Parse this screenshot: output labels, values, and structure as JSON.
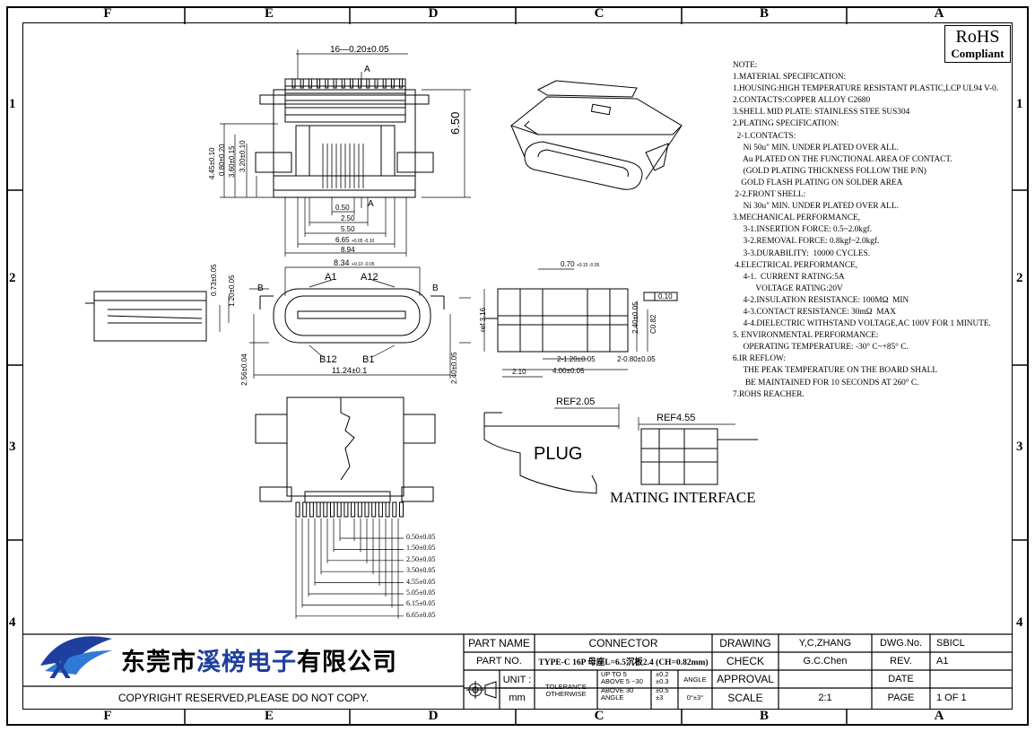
{
  "zones": {
    "columns_top": [
      "F",
      "E",
      "D",
      "C",
      "B",
      "A"
    ],
    "columns_bottom": [
      "F",
      "E",
      "D",
      "C",
      "B",
      "A"
    ],
    "rows_left": [
      "1",
      "2",
      "3",
      "4"
    ],
    "rows_right": [
      "1",
      "2",
      "3",
      "4"
    ]
  },
  "rohs": {
    "line1": "RoHS",
    "line2": "Compliant"
  },
  "notes": [
    "NOTE:",
    "1.MATERIAL SPECIFICATION:",
    "1.HOUSING:HIGH TEMPERATURE RESISTANT PLASTIC,LCP UL94 V-0.",
    "2.CONTACTS:COPPER ALLOY C2680",
    "3.SHELL MID PLATE: STAINLESS STEE SUS304",
    "2.PLATING SPECIFICATION:",
    "  2-1.CONTACTS:",
    "     Ni 50u\" MIN. UNDER PLATED OVER ALL.",
    "     Au PLATED ON THE FUNCTIONAL AREA OF CONTACT.",
    "     (GOLD PLATING THICKNESS FOLLOW THE P/N)",
    "    GOLD FLASH PLATING ON SOLDER AREA",
    " 2-2.FRONT SHELL:",
    "     Ni 30u\" MIN. UNDER PLATED OVER ALL.",
    "3.MECHANICAL PERFORMANCE,",
    "     3-1.INSERTION FORCE: 0.5~2.0kgf.",
    "     3-2.REMOVAL FORCE: 0.8kgf~2.0kgf.",
    "     3-3.DURABILITY:  10000 CYCLES.",
    " 4.ELECTRICAL PERFORMANCE,",
    "     4-1.  CURRENT RATING:5A",
    "           VOLTAGE RATING:20V",
    "     4-2.INSULATION RESISTANCE: 100MΩ  MIN",
    "     4-3.CONTACT RESISTANCE: 30mΩ  MAX",
    "     4-4.DIELECTRIC WITHSTAND VOLTAGE,AC 100V FOR 1 MINUTE.",
    "5. ENVIRONMENTAL PERFORMANCE:",
    "     OPERATING TEMPERATURE: -30° C~+85° C.",
    "6.IR REFLOW:",
    "     THE PEAK TEMPERATURE ON THE BOARD SHALL",
    "      BE MAINTAINED FOR 10 SECONDS AT 260° C.",
    "7.ROHS REACHER."
  ],
  "dims_top": {
    "pitch": "16—0.20±0.05",
    "A_top": "A",
    "A_bottom": "A",
    "h_6_50": "6.50",
    "v1": "4.45±0.10",
    "v2": "3.60±0.15",
    "v3": "3.20±0.10",
    "v4": "0.80±0.20",
    "w1": "0.50",
    "w2": "2.50",
    "w3": "5.50",
    "w4": "6.65",
    "w4_tol": "+0.05 -0.10",
    "w5": "8.94"
  },
  "dims_front": {
    "w_834": "8.34",
    "w_834_tol": "+0.10 -0.05",
    "label_A1": "A1",
    "label_A12": "A12",
    "label_B12": "B12",
    "label_B1": "B1",
    "label_B_left": "B",
    "label_B_right": "B",
    "w_1124": "11.24±0.1",
    "v_256": "2.56±0.04",
    "v_240": "2.40±0.05",
    "v_073": "0.73±0.05",
    "v_120": "1.20±0.05"
  },
  "dims_side": {
    "t_070": "0.70",
    "t_070_tol": "+0.15 -0.05",
    "flat": "0.10",
    "v_316": "ref 3.16",
    "v_240": "2.40±0.05",
    "v_082": "C0.82",
    "w_210": "2.10",
    "w_400": "4.00±0.05",
    "w_120": "2-1.20±0.05",
    "w_080": "2-0.80±0.05"
  },
  "mating": {
    "ref1": "REF2.05",
    "ref2": "REF4.55",
    "plug": "PLUG",
    "title": "MATING INTERFACE"
  },
  "dims_bottom": [
    "0.50±0.05",
    "1.50±0.05",
    "2.50±0.05",
    "3.50±0.05",
    "4.55±0.05",
    "5.05±0.05",
    "6.15±0.05",
    "6.65±0.05"
  ],
  "title_block": {
    "company_cn_1": "东莞市",
    "company_cn_2": "溪榜电子",
    "company_cn_3": "有限公司",
    "copyright": "COPYRIGHT RESERVED,PLEASE DO NOT COPY.",
    "part_name_label": "PART NAME",
    "part_name": "CONNECTOR",
    "part_no_label": "PART NO.",
    "part_no": "TYPE-C 16P 母座L=6.5沉板2.4 (CH=0.82mm)",
    "unit_label": "UNIT :",
    "unit": "mm",
    "tolerance": "TOLERANCE",
    "otherwise": "OTHERWISE",
    "up_to_5": "UP TO 5",
    "above_5_30": "ABOVE 5 ~30",
    "above_30": "ABOVE 30",
    "angle_small": "ANGLE",
    "tol1": "±0.2",
    "tol2": "±0.3",
    "tol3": "±0.5",
    "tol4": "±3",
    "angle_label": "ANGLE",
    "angle_val": "0°±3°",
    "drawing_label": "DRAWING",
    "drawing": "Y,C,ZHANG",
    "check_label": "CHECK",
    "check": "G.C.Chen",
    "approval_label": "APPROVAL",
    "approval": "",
    "scale_label": "SCALE",
    "scale": "2:1",
    "dwg_label": "DWG.No.",
    "dwg": "SBICL",
    "rev_label": "REV.",
    "rev": "A1",
    "date_label": "DATE",
    "date": "",
    "page_label": "PAGE",
    "page": "1 OF 1"
  }
}
